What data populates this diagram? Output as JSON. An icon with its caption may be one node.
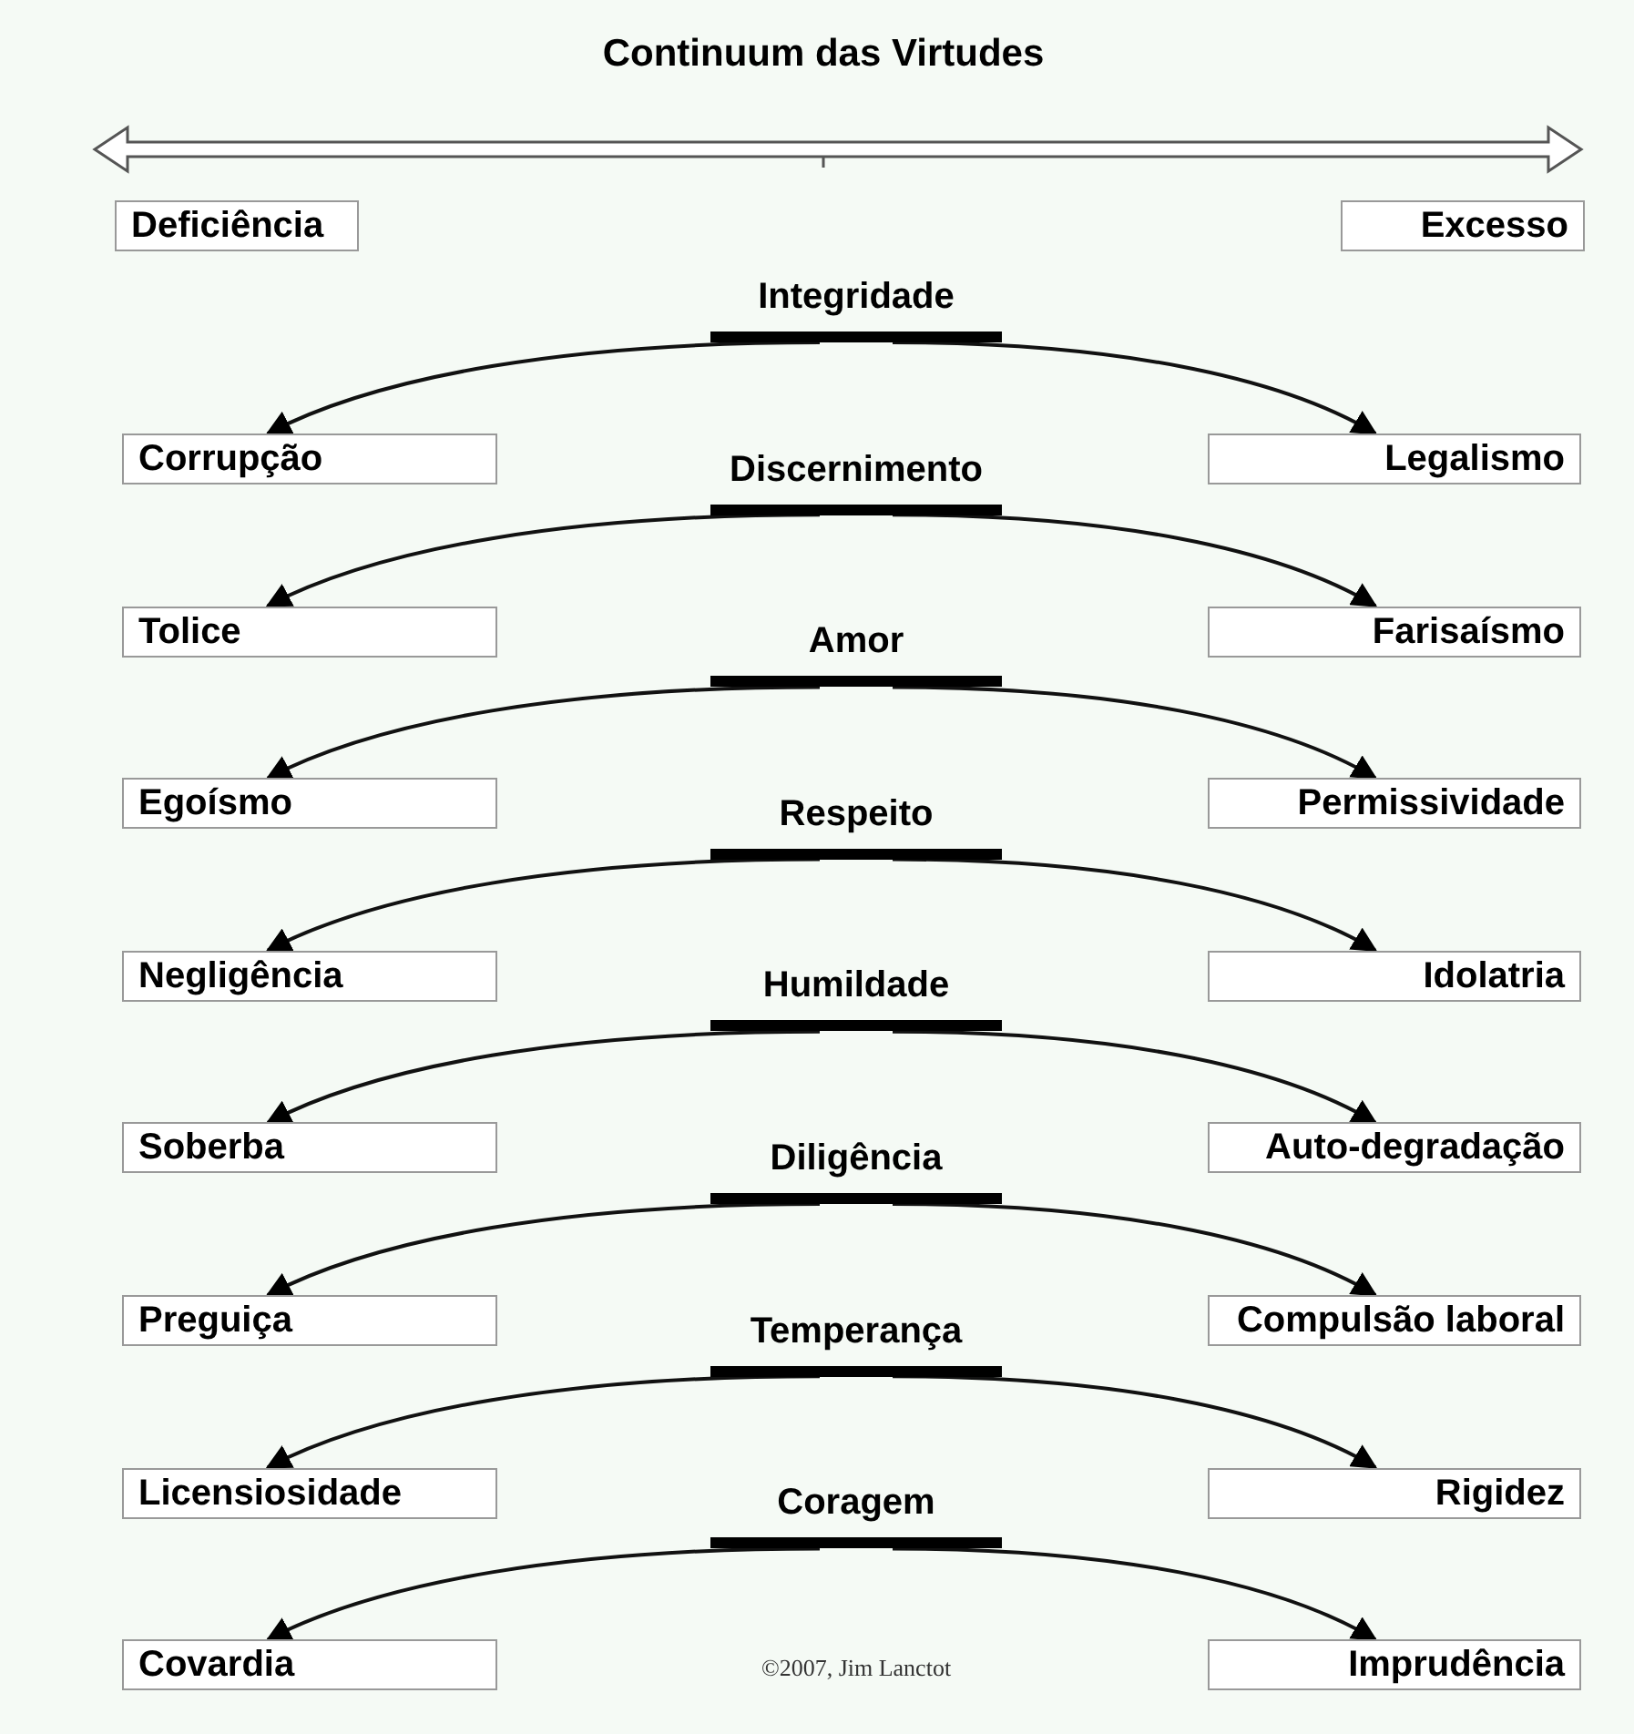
{
  "diagram": {
    "title": "Continuum das Virtudes",
    "nodes": [
      {
        "text": [
          "Deficiência"
        ]
      },
      {
        "text": [
          "Excesso"
        ]
      },
      {
        "text": [
          "Integridade"
        ]
      },
      {
        "text": [
          "Corrupção"
        ]
      },
      {
        "text": [
          "Legalismo"
        ]
      },
      {
        "text": [
          "Discernimento"
        ]
      },
      {
        "text": [
          "Tolice"
        ]
      },
      {
        "text": [
          "Farisaísmo"
        ]
      },
      {
        "text": [
          "Amor"
        ]
      },
      {
        "text": [
          "Egoísmo"
        ]
      },
      {
        "text": [
          "Permissividade"
        ]
      },
      {
        "text": [
          "Respeito"
        ]
      },
      {
        "text": [
          "Negligência"
        ]
      },
      {
        "text": [
          "Idolatria"
        ]
      },
      {
        "text": [
          "Humildade"
        ]
      },
      {
        "text": [
          "Soberba"
        ]
      },
      {
        "text": [
          "Auto-degradação"
        ]
      },
      {
        "text": [
          "Diligência"
        ]
      },
      {
        "text": [
          "Preguiça"
        ]
      },
      {
        "text": [
          "Compulsão laboral"
        ]
      },
      {
        "text": [
          "Temperança"
        ]
      },
      {
        "text": [
          "Licensiosidade"
        ]
      },
      {
        "text": [
          "Rigidez"
        ]
      },
      {
        "text": [
          "Coragem"
        ]
      },
      {
        "text": [
          "Covardia"
        ]
      },
      {
        "text": [
          "Imprudência"
        ]
      }
    ],
    "edges": [
      {
        "from": 2,
        "to": 3,
        "arrow": "to"
      },
      {
        "from": 2,
        "to": 4,
        "arrow": "to"
      },
      {
        "from": 5,
        "to": 6,
        "arrow": "to"
      },
      {
        "from": 5,
        "to": 7,
        "arrow": "to"
      },
      {
        "from": 8,
        "to": 9,
        "arrow": "to"
      },
      {
        "from": 8,
        "to": 10,
        "arrow": "to"
      },
      {
        "from": 11,
        "to": 12,
        "arrow": "to"
      },
      {
        "from": 11,
        "to": 13,
        "arrow": "to"
      },
      {
        "from": 14,
        "to": 15,
        "arrow": "to"
      },
      {
        "from": 14,
        "to": 16,
        "arrow": "to"
      },
      {
        "from": 17,
        "to": 18,
        "arrow": "to"
      },
      {
        "from": 17,
        "to": 19,
        "arrow": "to"
      },
      {
        "from": 20,
        "to": 21,
        "arrow": "to"
      },
      {
        "from": 20,
        "to": 22,
        "arrow": "to"
      },
      {
        "from": 23,
        "to": 24,
        "arrow": "to"
      },
      {
        "from": 23,
        "to": 25,
        "arrow": "to"
      }
    ],
    "labels": [
      "©2007, Jim Lanctot"
    ]
  }
}
